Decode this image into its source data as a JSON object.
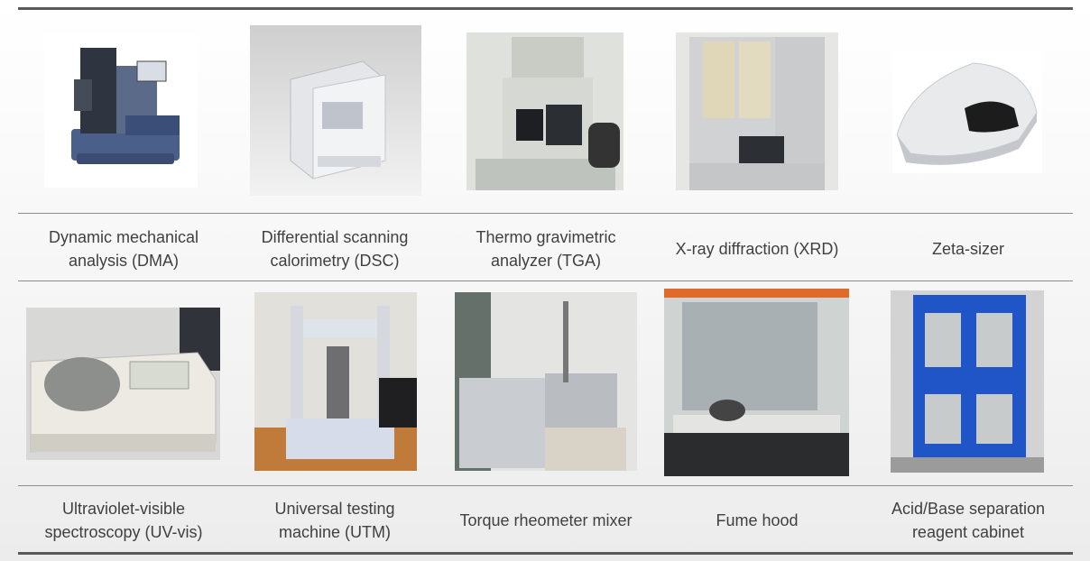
{
  "equipment": [
    {
      "label_line1": "Dynamic mechanical",
      "label_line2": "analysis (DMA)",
      "photo": "dma-instrument-photo"
    },
    {
      "label_line1": "Differential scanning",
      "label_line2": "calorimetry (DSC)",
      "photo": "dsc-instrument-photo"
    },
    {
      "label_line1": "Thermo gravimetric",
      "label_line2": "analyzer (TGA)",
      "photo": "tga-instrument-photo"
    },
    {
      "label_line1": "X-ray diffraction (XRD)",
      "label_line2": "",
      "photo": "xrd-instrument-photo"
    },
    {
      "label_line1": "Zeta-sizer",
      "label_line2": "",
      "photo": "zeta-sizer-photo"
    },
    {
      "label_line1": "Ultraviolet-visible",
      "label_line2": "spectroscopy (UV-vis)",
      "photo": "uv-vis-instrument-photo"
    },
    {
      "label_line1": "Universal testing",
      "label_line2": "machine (UTM)",
      "photo": "utm-instrument-photo"
    },
    {
      "label_line1": "Torque rheometer mixer",
      "label_line2": "",
      "photo": "torque-rheometer-photo"
    },
    {
      "label_line1": "Fume hood",
      "label_line2": "",
      "photo": "fume-hood-photo"
    },
    {
      "label_line1": "Acid/Base separation",
      "label_line2": "reagent cabinet",
      "photo": "reagent-cabinet-photo"
    }
  ],
  "colors": {
    "rule": "#595959",
    "divider": "#8c8c8c",
    "text": "#404040",
    "cabinet_blue": "#1f55c6",
    "hood_orange": "#e06a2a"
  }
}
